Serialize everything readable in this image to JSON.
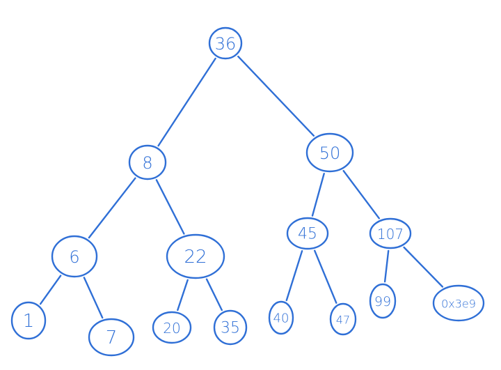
{
  "colors": {
    "ink": "#2f6fd6",
    "background": "#ffffff"
  },
  "tree": {
    "nodes": [
      {
        "id": "n36",
        "label": "36"
      },
      {
        "id": "n8",
        "label": "8"
      },
      {
        "id": "n50",
        "label": "50"
      },
      {
        "id": "n6",
        "label": "6"
      },
      {
        "id": "n22",
        "label": "22"
      },
      {
        "id": "n45",
        "label": "45"
      },
      {
        "id": "n107",
        "label": "107"
      },
      {
        "id": "n1",
        "label": "1"
      },
      {
        "id": "n7",
        "label": "7"
      },
      {
        "id": "n20",
        "label": "20"
      },
      {
        "id": "n35",
        "label": "35"
      },
      {
        "id": "n40",
        "label": "40"
      },
      {
        "id": "n47",
        "label": "47"
      },
      {
        "id": "n99",
        "label": "99"
      },
      {
        "id": "n0x3e9",
        "label": "0x3e9"
      }
    ],
    "edges": [
      {
        "from": "n36",
        "to": "n8"
      },
      {
        "from": "n36",
        "to": "n50"
      },
      {
        "from": "n8",
        "to": "n6"
      },
      {
        "from": "n8",
        "to": "n22"
      },
      {
        "from": "n50",
        "to": "n45"
      },
      {
        "from": "n50",
        "to": "n107"
      },
      {
        "from": "n6",
        "to": "n1"
      },
      {
        "from": "n6",
        "to": "n7"
      },
      {
        "from": "n22",
        "to": "n20"
      },
      {
        "from": "n22",
        "to": "n35"
      },
      {
        "from": "n45",
        "to": "n40"
      },
      {
        "from": "n45",
        "to": "n47"
      },
      {
        "from": "n107",
        "to": "n99"
      },
      {
        "from": "n107",
        "to": "n0x3e9"
      }
    ]
  }
}
